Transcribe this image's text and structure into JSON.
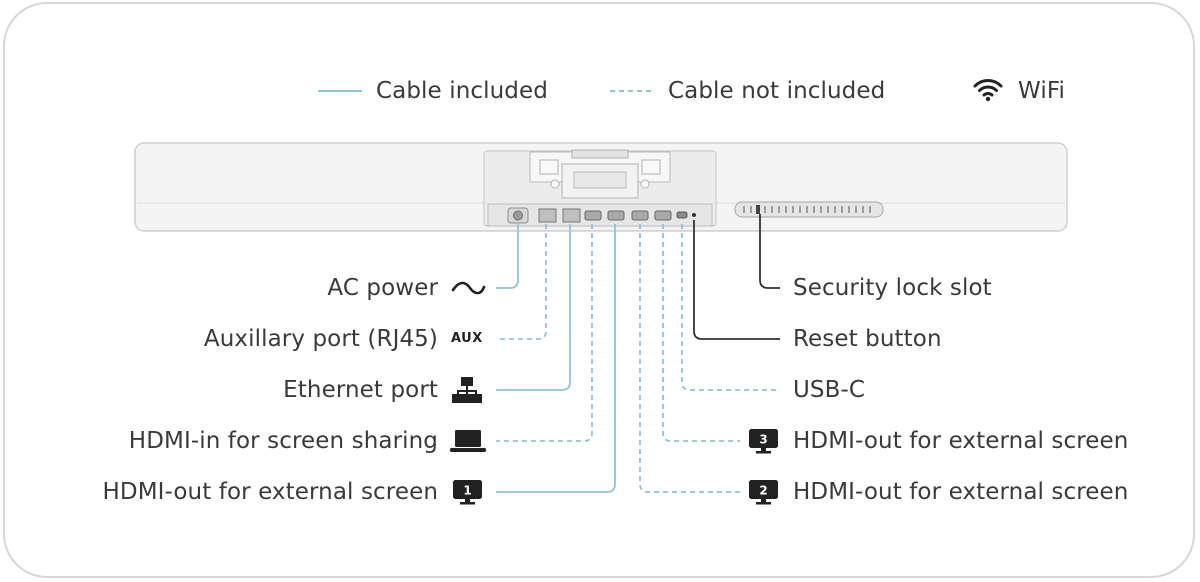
{
  "legend": {
    "included": "Cable included",
    "not_included": "Cable not included",
    "wifi": "WiFi"
  },
  "left_ports": [
    {
      "id": "ac-power",
      "label": "AC power",
      "icon": "ac-wave-icon",
      "cable": "included"
    },
    {
      "id": "aux-port",
      "label": "Auxillary port (RJ45)",
      "icon": "aux-icon",
      "icon_text": "AUX",
      "cable": "not_included"
    },
    {
      "id": "ethernet-port",
      "label": "Ethernet port",
      "icon": "network-icon",
      "cable": "included"
    },
    {
      "id": "hdmi-in",
      "label": "HDMI-in for screen sharing",
      "icon": "laptop-icon",
      "cable": "not_included"
    },
    {
      "id": "hdmi-out-1",
      "label": "HDMI-out for external screen",
      "icon": "monitor-1-icon",
      "icon_text": "1",
      "cable": "included"
    }
  ],
  "right_ports": [
    {
      "id": "security-lock",
      "label": "Security lock slot",
      "cable": "none"
    },
    {
      "id": "reset-button",
      "label": "Reset button",
      "cable": "none"
    },
    {
      "id": "usb-c",
      "label": "USB-C",
      "cable": "not_included"
    },
    {
      "id": "hdmi-out-3",
      "label": "HDMI-out for external screen",
      "icon": "monitor-3-icon",
      "icon_text": "3",
      "cable": "not_included"
    },
    {
      "id": "hdmi-out-2",
      "label": "HDMI-out for external screen",
      "icon": "monitor-2-icon",
      "icon_text": "2",
      "cable": "not_included"
    }
  ],
  "colors": {
    "cable": "#8fc3d9",
    "solid_black": "#333333",
    "device_body": "#f3f3f3",
    "device_outline": "#c9c9c9"
  }
}
